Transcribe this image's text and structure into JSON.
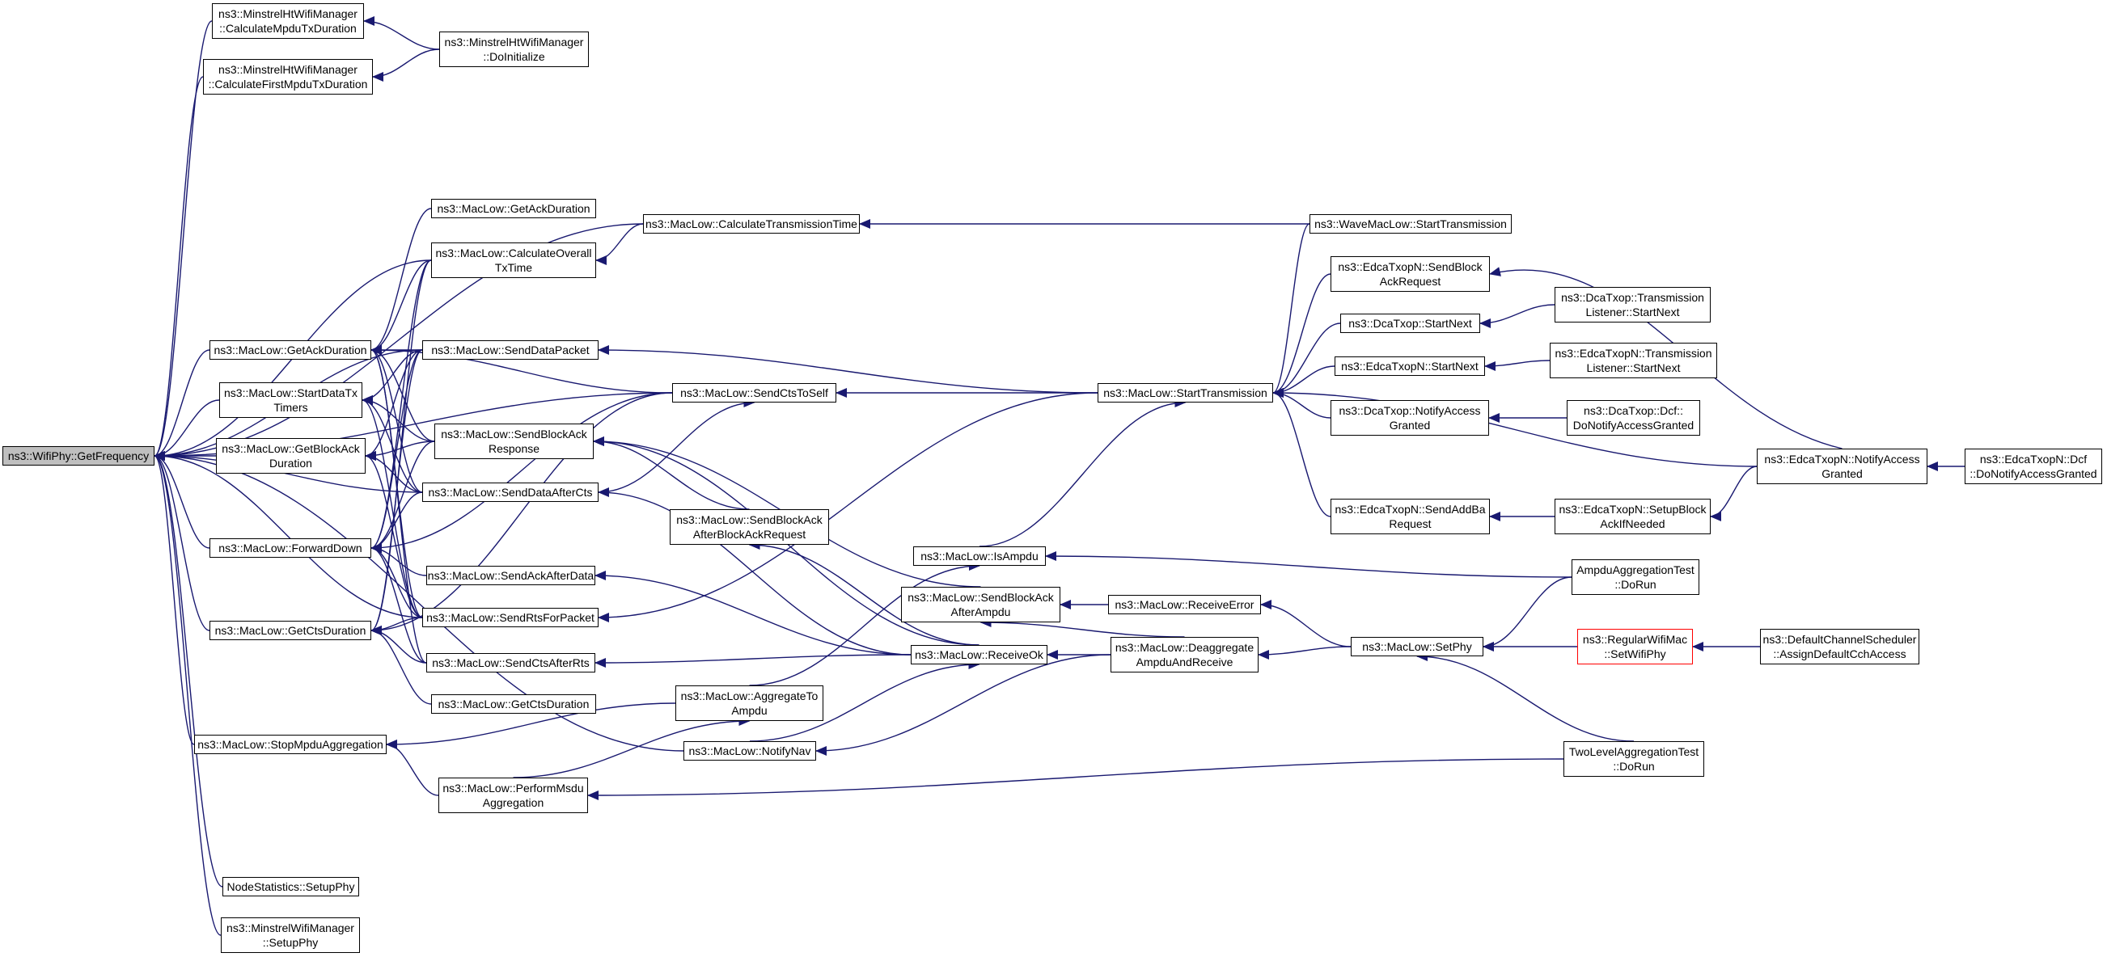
{
  "colors": {
    "edge": "#191970",
    "node_border": "#000000",
    "root_fill": "#bfbfbf",
    "highlight_border": "#ff0000"
  },
  "nodes": {
    "getfreq": {
      "lines": [
        "ns3::WifiPhy::GetFrequency"
      ]
    },
    "mhw_calcmpdu": {
      "lines": [
        "ns3::MinstrelHtWifiManager",
        "::CalculateMpduTxDuration"
      ]
    },
    "mhw_doinit": {
      "lines": [
        "ns3::MinstrelHtWifiManager",
        "::DoInitialize"
      ]
    },
    "mhw_calcfirst": {
      "lines": [
        "ns3::MinstrelHtWifiManager",
        "::CalculateFirstMpduTxDuration"
      ]
    },
    "ml_getackdur2": {
      "lines": [
        "ns3::MacLow::GetAckDuration"
      ]
    },
    "ml_calctx": {
      "lines": [
        "ns3::MacLow::CalculateTransmissionTime"
      ]
    },
    "wave_starttx": {
      "lines": [
        "ns3::WaveMacLow::StartTransmission"
      ]
    },
    "ml_calcoverall": {
      "lines": [
        "ns3::MacLow::CalculateOverall",
        "TxTime"
      ]
    },
    "edca_sendblock": {
      "lines": [
        "ns3::EdcaTxopN::SendBlock",
        "AckRequest"
      ]
    },
    "dca_startnext": {
      "lines": [
        "ns3::DcaTxop::StartNext"
      ]
    },
    "dca_tl_startnext": {
      "lines": [
        "ns3::DcaTxop::Transmission",
        "Listener::StartNext"
      ]
    },
    "ml_getackdur": {
      "lines": [
        "ns3::MacLow::GetAckDuration"
      ]
    },
    "ml_senddatapacket": {
      "lines": [
        "ns3::MacLow::SendDataPacket"
      ]
    },
    "edca_startnext": {
      "lines": [
        "ns3::EdcaTxopN::StartNext"
      ]
    },
    "edca_tl_startnext": {
      "lines": [
        "ns3::EdcaTxopN::Transmission",
        "Listener::StartNext"
      ]
    },
    "ml_startdatatx": {
      "lines": [
        "ns3::MacLow::StartDataTx",
        "Timers"
      ]
    },
    "ml_sendctstoself": {
      "lines": [
        "ns3::MacLow::SendCtsToSelf"
      ]
    },
    "ml_starttx": {
      "lines": [
        "ns3::MacLow::StartTransmission"
      ]
    },
    "ml_sendblockackresp": {
      "lines": [
        "ns3::MacLow::SendBlockAck",
        "Response"
      ]
    },
    "dca_notifyaccess": {
      "lines": [
        "ns3::DcaTxop::NotifyAccess",
        "Granted"
      ]
    },
    "dca_dcf_donotify": {
      "lines": [
        "ns3::DcaTxop::Dcf::",
        "DoNotifyAccessGranted"
      ]
    },
    "ml_getblockackdur": {
      "lines": [
        "ns3::MacLow::GetBlockAck",
        "Duration"
      ]
    },
    "edca_notifyaccess": {
      "lines": [
        "ns3::EdcaTxopN::NotifyAccess",
        "Granted"
      ]
    },
    "edca_dcf_donotify": {
      "lines": [
        "ns3::EdcaTxopN::Dcf",
        "::DoNotifyAccessGranted"
      ]
    },
    "ml_senddataaftercts": {
      "lines": [
        "ns3::MacLow::SendDataAfterCts"
      ]
    },
    "edca_sendaddba": {
      "lines": [
        "ns3::EdcaTxopN::SendAddBa",
        "Request"
      ]
    },
    "edca_setupblock": {
      "lines": [
        "ns3::EdcaTxopN::SetupBlock",
        "AckIfNeeded"
      ]
    },
    "ml_forwarddown": {
      "lines": [
        "ns3::MacLow::ForwardDown"
      ]
    },
    "ml_sendblockackafterreq": {
      "lines": [
        "ns3::MacLow::SendBlockAck",
        "AfterBlockAckRequest"
      ]
    },
    "ml_isampdu": {
      "lines": [
        "ns3::MacLow::IsAmpdu"
      ]
    },
    "ampdu_test": {
      "lines": [
        "AmpduAggregationTest",
        "::DoRun"
      ]
    },
    "ml_sendackafterdata": {
      "lines": [
        "ns3::MacLow::SendAckAfterData"
      ]
    },
    "ml_sendblockackafterampdu": {
      "lines": [
        "ns3::MacLow::SendBlockAck",
        "AfterAmpdu"
      ]
    },
    "ml_receiveerror": {
      "lines": [
        "ns3::MacLow::ReceiveError"
      ]
    },
    "ml_getctsdur": {
      "lines": [
        "ns3::MacLow::GetCtsDuration"
      ]
    },
    "ml_sendrtsforpacket": {
      "lines": [
        "ns3::MacLow::SendRtsForPacket"
      ]
    },
    "regular_setwifiphy": {
      "lines": [
        "ns3::RegularWifiMac",
        "::SetWifiPhy"
      ]
    },
    "defchan_assign": {
      "lines": [
        "ns3::DefaultChannelScheduler",
        "::AssignDefaultCchAccess"
      ]
    },
    "ml_sendctsafterrts": {
      "lines": [
        "ns3::MacLow::SendCtsAfterRts"
      ]
    },
    "ml_receiveok": {
      "lines": [
        "ns3::MacLow::ReceiveOk"
      ]
    },
    "ml_deaggregate": {
      "lines": [
        "ns3::MacLow::Deaggregate",
        "AmpduAndReceive"
      ]
    },
    "ml_setphy": {
      "lines": [
        "ns3::MacLow::SetPhy"
      ]
    },
    "ml_getctsdur2": {
      "lines": [
        "ns3::MacLow::GetCtsDuration"
      ]
    },
    "ml_aggregatetoampdu": {
      "lines": [
        "ns3::MacLow::AggregateTo",
        "Ampdu"
      ]
    },
    "ml_stopmpduagg": {
      "lines": [
        "ns3::MacLow::StopMpduAggregation"
      ]
    },
    "ml_notifynav": {
      "lines": [
        "ns3::MacLow::NotifyNav"
      ]
    },
    "twolevel_test": {
      "lines": [
        "TwoLevelAggregationTest",
        "::DoRun"
      ]
    },
    "ml_performmsdu": {
      "lines": [
        "ns3::MacLow::PerformMsdu",
        "Aggregation"
      ]
    },
    "nodestats_setupphy": {
      "lines": [
        "NodeStatistics::SetupPhy"
      ]
    },
    "mw_setupphy": {
      "lines": [
        "ns3::MinstrelWifiManager",
        "::SetupPhy"
      ]
    }
  }
}
